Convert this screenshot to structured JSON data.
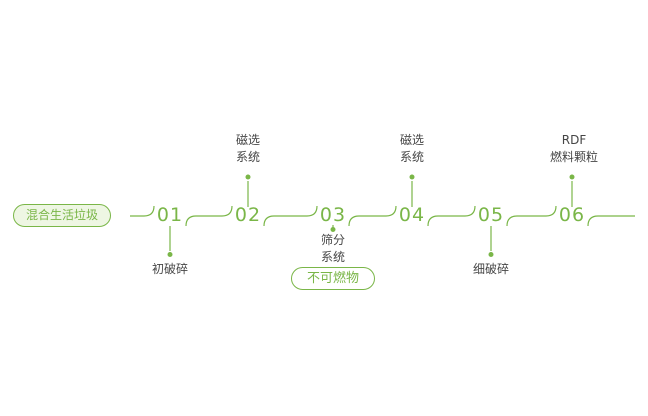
{
  "colors": {
    "green": "#7ab648",
    "badge_bg": "#eef6e3",
    "label_text": "#454545"
  },
  "start_badge": {
    "label": "混合生活垃圾"
  },
  "nodes": [
    {
      "num": "01",
      "position": "below",
      "label_lines": [
        "初破碎"
      ]
    },
    {
      "num": "02",
      "position": "above",
      "label_lines": [
        "磁选",
        "系统"
      ]
    },
    {
      "num": "03",
      "position": "below",
      "label_lines": [
        "筛分",
        "系统"
      ],
      "badge": "不可燃物"
    },
    {
      "num": "04",
      "position": "above",
      "label_lines": [
        "磁选",
        "系统"
      ]
    },
    {
      "num": "05",
      "position": "below",
      "label_lines": [
        "细破碎"
      ]
    },
    {
      "num": "06",
      "position": "above",
      "label_lines": [
        "RDF",
        "燃料颗粒"
      ]
    }
  ]
}
